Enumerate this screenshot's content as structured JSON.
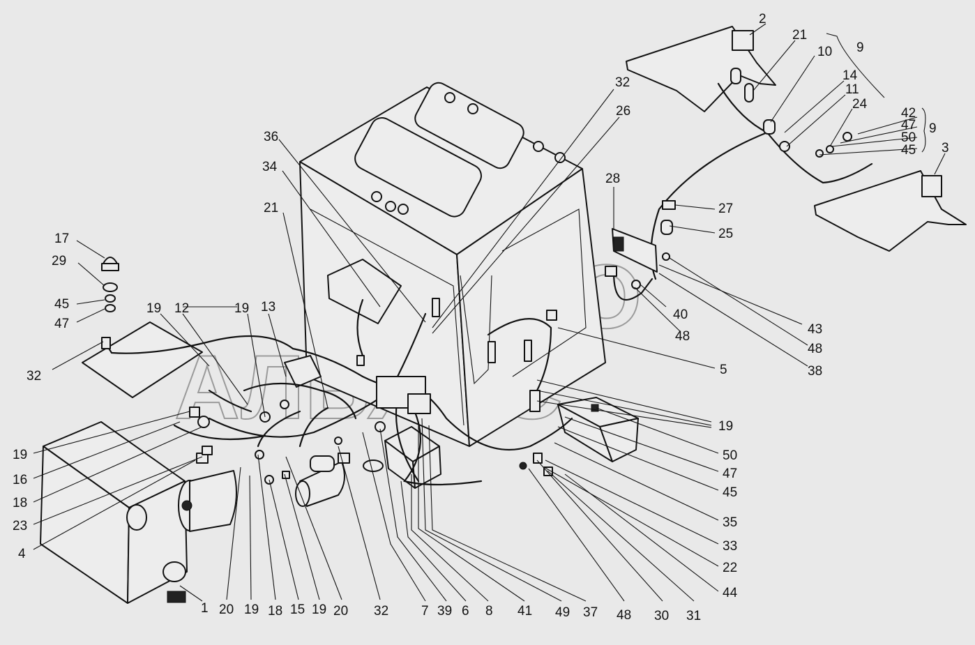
{
  "watermark": {
    "line1": "АВТО",
    "line2": "АЛЬЯНС"
  },
  "labels": {
    "l2": "2",
    "l21a": "21",
    "l10": "10",
    "l9a": "9",
    "l32a": "32",
    "l26": "26",
    "l14": "14",
    "l11": "11",
    "l24": "24",
    "l42": "42",
    "l47a": "47",
    "l9b": "9",
    "l50a": "50",
    "l45a": "45",
    "l3": "3",
    "l36": "36",
    "l34": "34",
    "l21b": "21",
    "l28": "28",
    "l27": "27",
    "l25": "25",
    "l17": "17",
    "l29": "29",
    "l45b": "45",
    "l47b": "47",
    "l19a": "19",
    "l12": "12",
    "l19b": "19",
    "l13": "13",
    "l40": "40",
    "l48a": "48",
    "l43": "43",
    "l48b": "48",
    "l38": "38",
    "l5": "5",
    "l32b": "32",
    "l19c": "19",
    "l19d": "19",
    "l16": "16",
    "l18a": "18",
    "l23": "23",
    "l4": "4",
    "l50b": "50",
    "l47c": "47",
    "l45c": "45",
    "l35": "35",
    "l33": "33",
    "l22": "22",
    "l44": "44",
    "b1": "1",
    "b20a": "20",
    "b19a": "19",
    "b18": "18",
    "b15": "15",
    "b19b": "19",
    "b20b": "20",
    "b32": "32",
    "b7": "7",
    "b39": "39",
    "b6": "6",
    "b8": "8",
    "b41": "41",
    "b49": "49",
    "b37": "37",
    "b48": "48",
    "b30": "30",
    "b31": "31"
  },
  "icons": [
    "cab",
    "rear-fender-left",
    "rear-fender-right",
    "front-lamp",
    "battery-box",
    "generator",
    "starter",
    "relay-box",
    "fuse-block",
    "wiring-harness"
  ]
}
